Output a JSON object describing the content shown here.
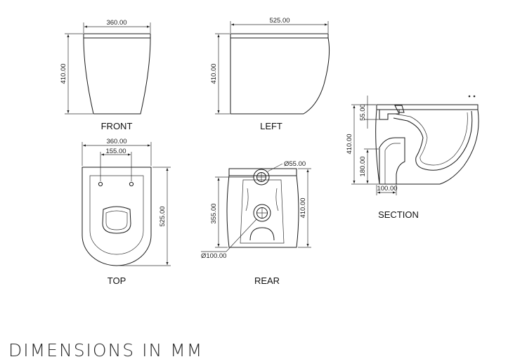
{
  "views": {
    "front": "FRONT",
    "left": "LEFT",
    "top": "TOP",
    "rear": "REAR",
    "section": "SECTION"
  },
  "dimensions": {
    "front_width": "360.00",
    "front_height": "410.00",
    "left_depth": "525.00",
    "left_height": "410.00",
    "top_width": "360.00",
    "top_hole_spacing": "155.00",
    "top_depth": "525.00",
    "rear_inlet_diameter": "Ø55.00",
    "rear_inlet_height": "355.00",
    "rear_height": "410.00",
    "rear_outlet_diameter": "Ø100.00",
    "section_top_offset": "55.00",
    "section_height": "410.00",
    "section_outlet_height": "180.00",
    "section_outlet_offset": "100.00"
  },
  "footer": {
    "caption": "DIMENSIONS IN MM"
  }
}
